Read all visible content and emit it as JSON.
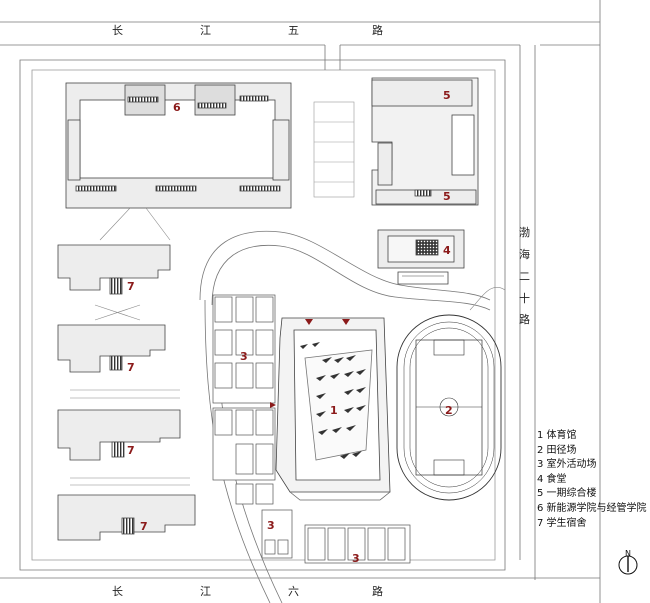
{
  "roads": {
    "top": [
      "长",
      "江",
      "五",
      "路"
    ],
    "bottom": [
      "长",
      "江",
      "六",
      "路"
    ],
    "right": [
      "渤",
      "海",
      "二",
      "十",
      "路"
    ]
  },
  "zones": {
    "gym": "1",
    "track": "2",
    "courts_a": "3",
    "courts_b": "3",
    "courts_c": "3",
    "canteen": "4",
    "complex_a": "5",
    "complex_b": "5",
    "colleges": "6",
    "dorm_a": "7",
    "dorm_b": "7",
    "dorm_c": "7",
    "dorm_d": "7"
  },
  "legend": [
    "1 体育馆",
    "2 田径场",
    "3 室外活动场",
    "4 食堂",
    "5 一期综合楼",
    "6 新能源学院与经管学院",
    "7 学生宿舍"
  ],
  "north": "N",
  "colors": {
    "label": "#8b1a1a",
    "line": "#555555",
    "fill": "#e9e9e9"
  }
}
